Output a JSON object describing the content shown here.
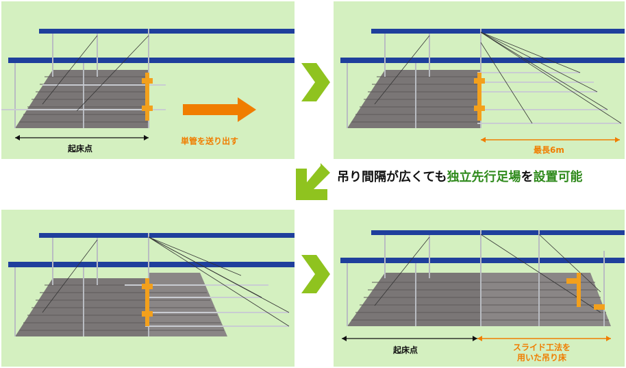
{
  "panels": {
    "p1": {
      "dim_label": "起床点",
      "push_label": "単管を送り出す"
    },
    "p2": {
      "length_label": "最長6m"
    },
    "p3": {},
    "p4": {
      "left_label": "起床点",
      "right_label": "スライド工法を\n用いた吊り床"
    }
  },
  "caption": {
    "part1": "吊り間隔が広くても",
    "part2": "独立先行足場",
    "part3": "を",
    "part4": "設置可能"
  },
  "colors": {
    "panel_bg": "#d4f0c0",
    "beam": "#1f3f9c",
    "deck": "#7a7676",
    "pipe": "#c9ccd2",
    "clamp": "#f3a01c",
    "accent_orange": "#f07d00",
    "step_arrow": "#8fc31f",
    "highlight_green": "#2f8a1c"
  }
}
